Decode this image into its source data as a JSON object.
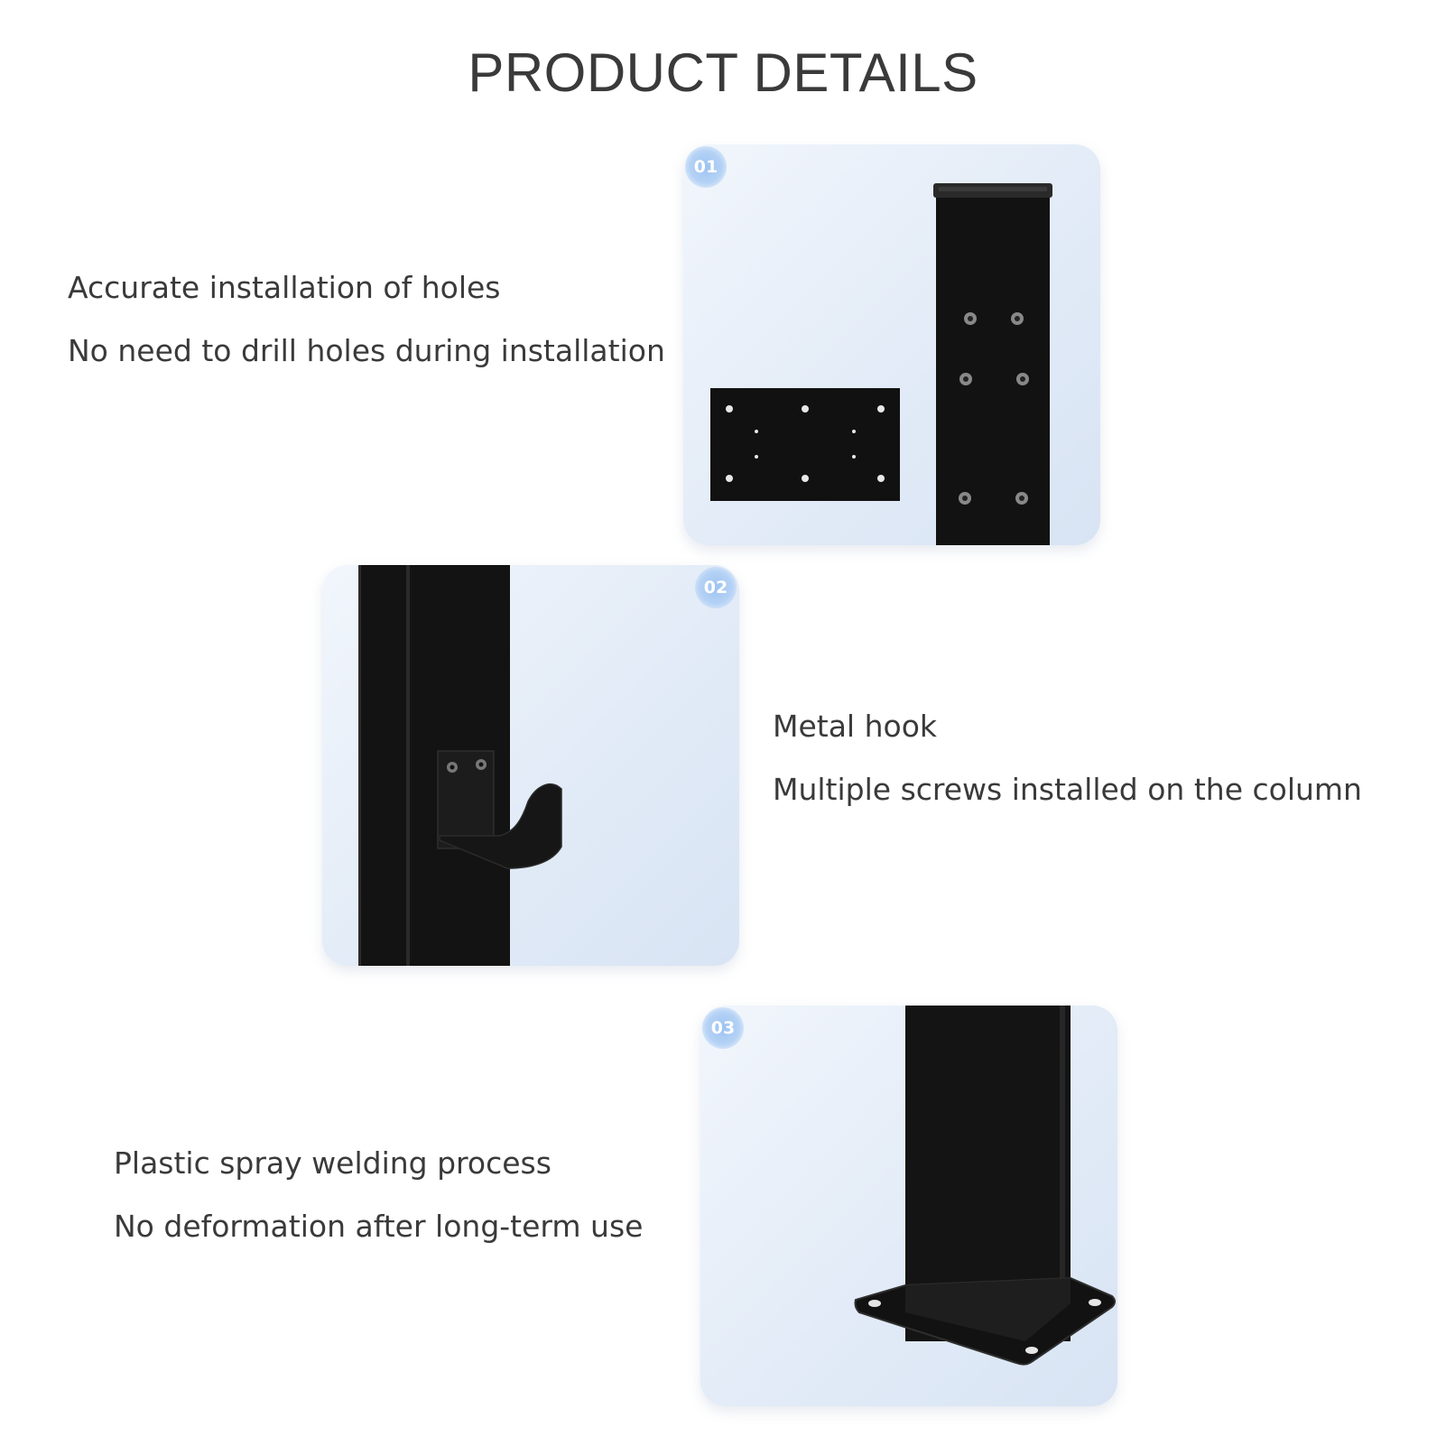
{
  "page": {
    "title": "PRODUCT DETAILS"
  },
  "sections": [
    {
      "badge": "01",
      "lines": [
        "Accurate installation of holes",
        "No need to drill holes during installation"
      ],
      "image": "post-top-and-base-plate"
    },
    {
      "badge": "02",
      "lines": [
        "Metal hook",
        "Multiple screws installed on the column"
      ],
      "image": "post-with-metal-hook"
    },
    {
      "badge": "03",
      "lines": [
        "Plastic spray welding process",
        "No deformation after long-term use"
      ],
      "image": "post-welded-on-base-plate"
    }
  ],
  "colors": {
    "text": "#3a3a3a",
    "badge": "#a8caf3",
    "post": "#141414",
    "card_bg": "#e2ebf7"
  }
}
